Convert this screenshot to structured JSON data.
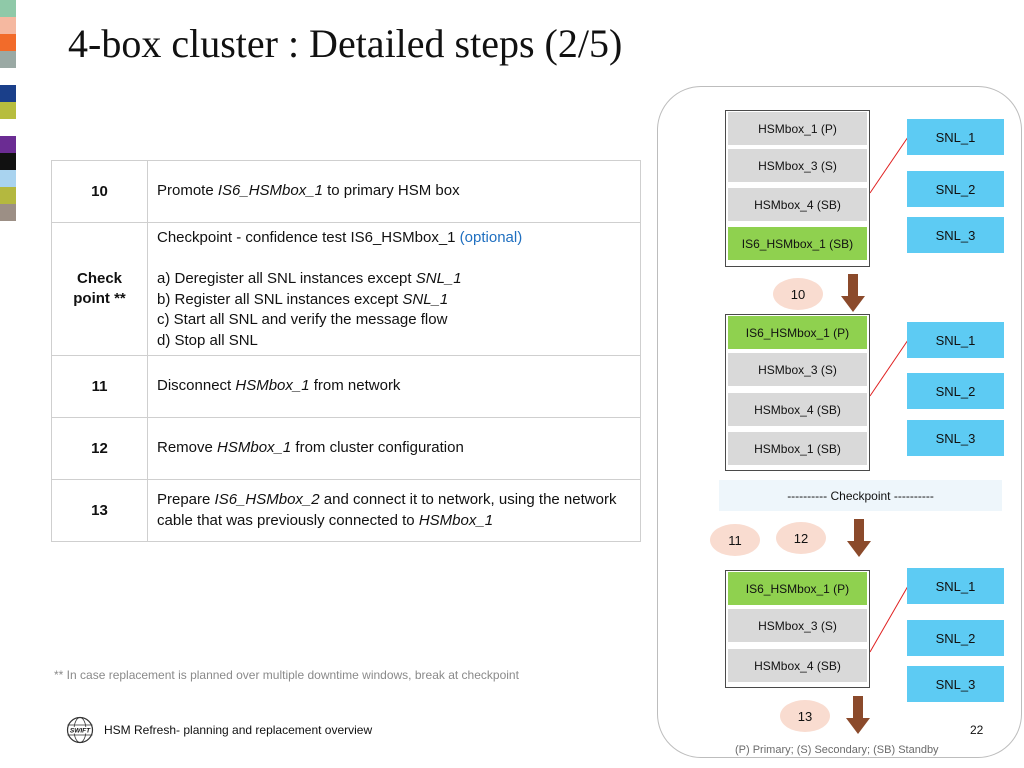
{
  "colors": {
    "stripes": [
      "#8fc9a8",
      "#f5b8a0",
      "#f26b2a",
      "#9aa9a4",
      "#ffffff",
      "#1a3f8a",
      "#b7bd3e",
      "#ffffff",
      "#6b2c93",
      "#111111",
      "#a9d3ef",
      "#b4b83f",
      "#9c8f85"
    ],
    "snl_box": "#5dcbf3",
    "hsm_cell": "#d9d9d9",
    "highlight_cell": "#8fd14f",
    "badge": "#f9dcd0",
    "arrow": "#8b4a2b",
    "link_line": "#e02020",
    "optional_text": "#1f6fc0"
  },
  "title": "4-box cluster : Detailed steps (2/5)",
  "table": {
    "rows": [
      {
        "num": "10",
        "pre": "Promote ",
        "em": "IS6_HSMbox_1",
        "post": " to primary HSM box"
      },
      {
        "num": "Check point **",
        "line1": "Checkpoint - confidence test IS6_HSMbox_1 ",
        "line1_optional": "(optional)",
        "a_pre": "a) Deregister all SNL instances except ",
        "a_em": "SNL_1",
        "b_pre": "b) Register all SNL instances except ",
        "b_em": "SNL_1",
        "c": "c) Start all SNL and verify the message flow",
        "d": "d) Stop all SNL"
      },
      {
        "num": "11",
        "pre": "Disconnect ",
        "em": "HSMbox_1",
        "post": " from network"
      },
      {
        "num": "12",
        "pre": "Remove ",
        "em": "HSMbox_1",
        "post": " from cluster configuration"
      },
      {
        "num": "13",
        "pre": "Prepare ",
        "em": "IS6_HSMbox_2",
        "post": " and connect it to network, using the network cable that was previously connected to ",
        "em2": "HSMbox_1"
      }
    ]
  },
  "footnote": "** In case replacement is planned over multiple downtime windows, break at checkpoint",
  "footer": {
    "text": "HSM Refresh- planning and replacement overview",
    "page": "22",
    "logo_icon": "swift-globe-logo",
    "logo_text": "SWIFT"
  },
  "diagram": {
    "stage1": {
      "cells": [
        "HSMbox_1 (P)",
        "HSMbox_3 (S)",
        "HSMbox_4 (SB)",
        "IS6_HSMbox_1 (SB)"
      ],
      "snl": [
        "SNL_1",
        "SNL_2",
        "SNL_3"
      ]
    },
    "step10": "10",
    "stage2": {
      "cells": [
        "IS6_HSMbox_1 (P)",
        "HSMbox_3 (S)",
        "HSMbox_4 (SB)",
        "HSMbox_1 (SB)"
      ],
      "snl": [
        "SNL_1",
        "SNL_2",
        "SNL_3"
      ]
    },
    "checkpoint": "---------- Checkpoint  ----------",
    "step11": "11",
    "step12": "12",
    "stage3": {
      "cells": [
        "IS6_HSMbox_1 (P)",
        "HSMbox_3 (S)",
        "HSMbox_4 (SB)"
      ],
      "snl": [
        "SNL_1",
        "SNL_2",
        "SNL_3"
      ]
    },
    "step13": "13",
    "legend": "(P) Primary; (S) Secondary; (SB) Standby"
  }
}
